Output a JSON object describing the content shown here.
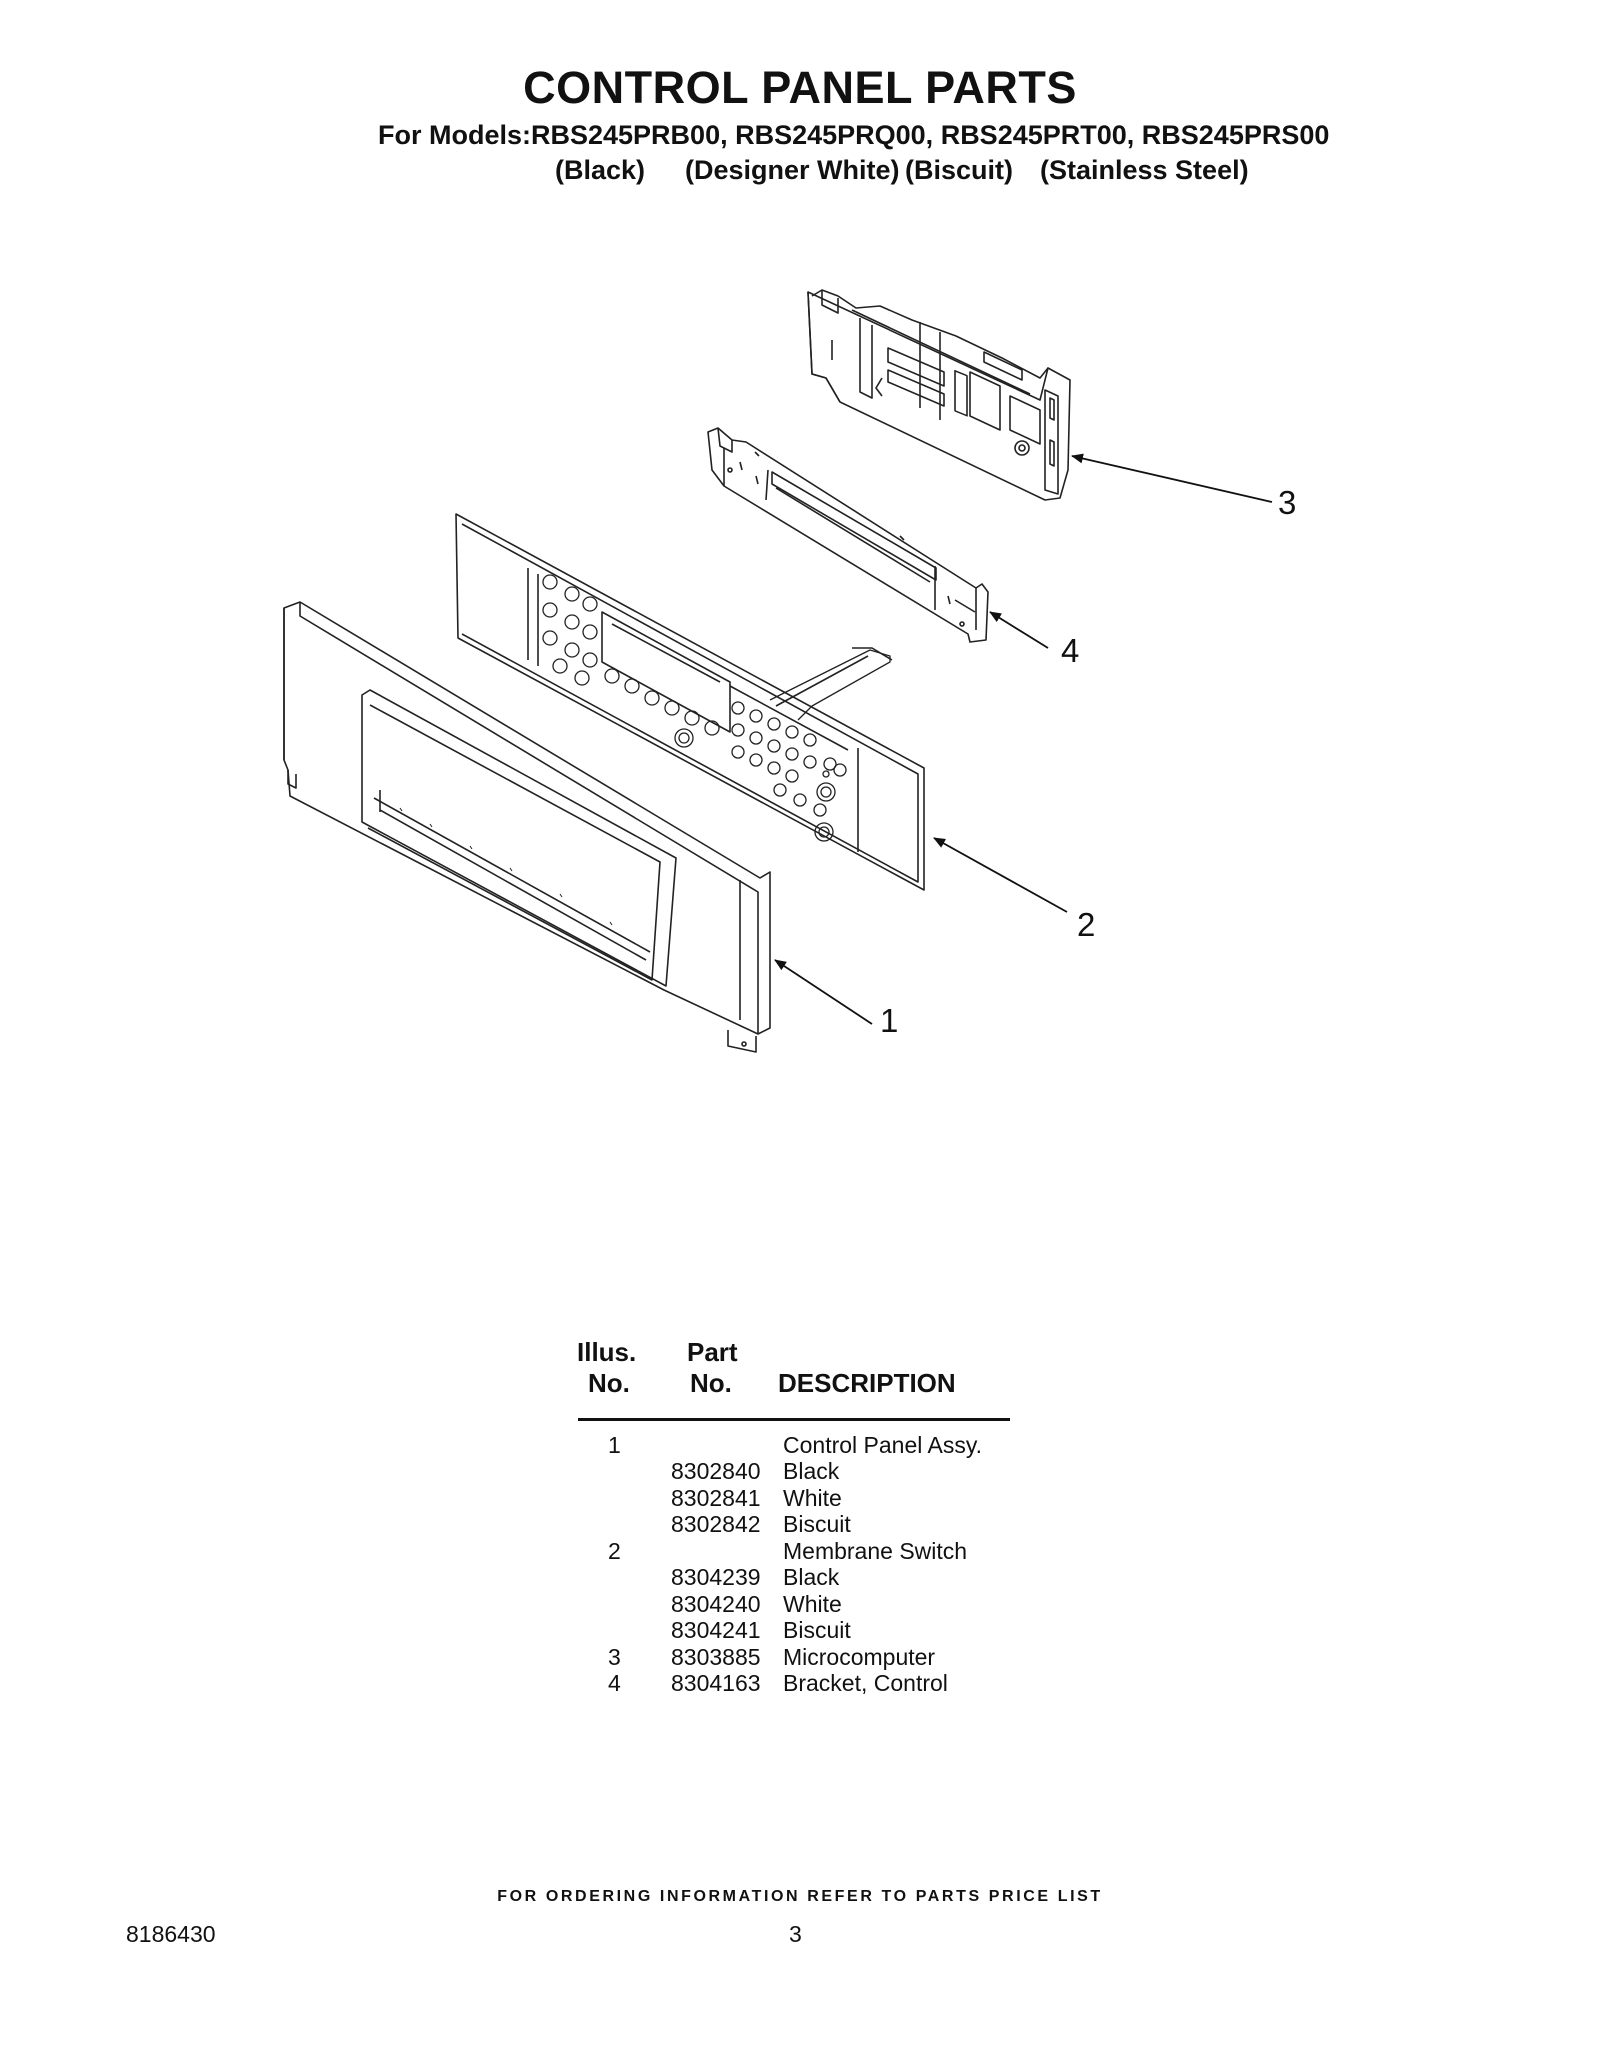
{
  "title": "CONTROL PANEL PARTS",
  "models_line": "For Models:RBS245PRB00, RBS245PRQ00, RBS245PRT00, RBS245PRS00",
  "model_colors": [
    "(Black)",
    "(Designer White)",
    "(Biscuit)",
    "(Stainless Steel)"
  ],
  "callouts": [
    "1",
    "2",
    "3",
    "4"
  ],
  "table": {
    "headers": {
      "illus_top": "Illus.",
      "illus_bottom": "No.",
      "part_top": "Part",
      "part_bottom": "No.",
      "description": "DESCRIPTION"
    },
    "rows": [
      {
        "illus": "1",
        "part": "",
        "desc": "Control Panel Assy."
      },
      {
        "illus": "",
        "part": "8302840",
        "desc": "Black"
      },
      {
        "illus": "",
        "part": "8302841",
        "desc": "White"
      },
      {
        "illus": "",
        "part": "8302842",
        "desc": "Biscuit"
      },
      {
        "illus": "2",
        "part": "",
        "desc": "Membrane Switch"
      },
      {
        "illus": "",
        "part": "8304239",
        "desc": "Black"
      },
      {
        "illus": "",
        "part": "8304240",
        "desc": "White"
      },
      {
        "illus": "",
        "part": "8304241",
        "desc": "Biscuit"
      },
      {
        "illus": "3",
        "part": "8303885",
        "desc": "Microcomputer"
      },
      {
        "illus": "4",
        "part": "8304163",
        "desc": "Bracket, Control"
      }
    ]
  },
  "footer_note": "FOR ORDERING INFORMATION REFER TO PARTS PRICE LIST",
  "doc_number": "8186430",
  "page_number": "3"
}
